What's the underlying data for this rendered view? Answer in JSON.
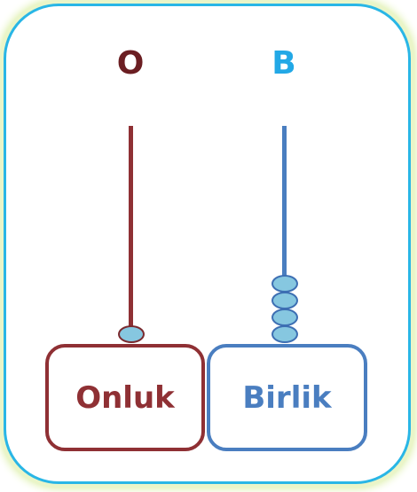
{
  "columns": [
    {
      "letter": "O",
      "label": "Onluk",
      "bead_count": 1,
      "colors": {
        "letter": "#6b1e22",
        "rod": "#8f3034",
        "box_border": "#8f3034",
        "label": "#8f3034",
        "bead_border": "#7a2a2e"
      }
    },
    {
      "letter": "B",
      "label": "Birlik",
      "bead_count": 4,
      "colors": {
        "letter": "#22a8e6",
        "rod": "#4a7ec0",
        "box_border": "#4a7ec0",
        "label": "#4a7ec0",
        "bead_border": "#3d6fb3"
      }
    }
  ],
  "colors": {
    "frame_border": "#29b6e6",
    "frame_glow": "#eaf5c8",
    "bead_fill": "#86c7e0"
  }
}
